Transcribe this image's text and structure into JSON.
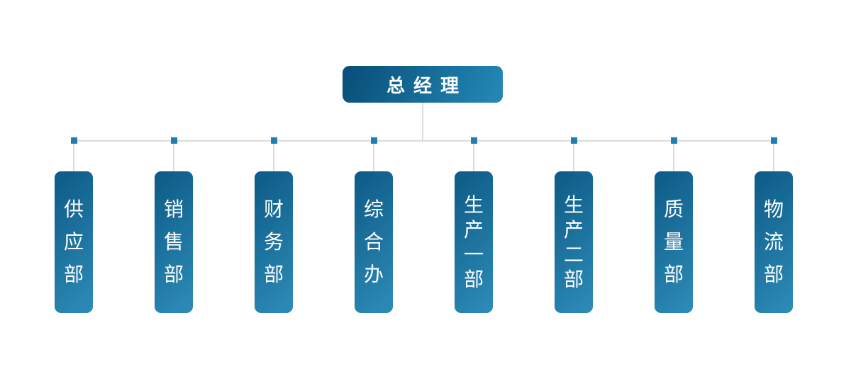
{
  "org_chart": {
    "root": {
      "label": "总经理"
    },
    "departments": [
      {
        "id": "supply",
        "label": "供应部"
      },
      {
        "id": "sales",
        "label": "销售部"
      },
      {
        "id": "finance",
        "label": "财务部"
      },
      {
        "id": "general-office",
        "label": "综合办"
      },
      {
        "id": "production-1",
        "label": "生产一部"
      },
      {
        "id": "production-2",
        "label": "生产二部"
      },
      {
        "id": "quality",
        "label": "质量部"
      },
      {
        "id": "logistics",
        "label": "物流部"
      }
    ],
    "colors": {
      "node_grad_start": "#0d5a86",
      "node_grad_end": "#2e8cb8",
      "root_grad_start": "#084d77",
      "root_grad_end": "#2489b7",
      "connector": "#dcdcdc",
      "junction": "#217fb0",
      "text": "#ffffff"
    }
  }
}
